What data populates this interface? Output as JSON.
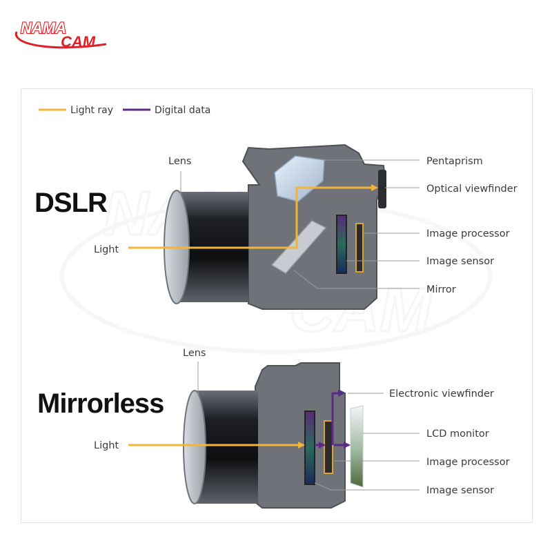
{
  "logo": {
    "text": "NAMACAM",
    "color": "#e01f26"
  },
  "legend": {
    "light_ray": "Light ray",
    "digital_data": "Digital data",
    "light_color": "#f3b43a",
    "digital_color": "#5b2a86"
  },
  "dslr": {
    "title": "DSLR",
    "lens": "Lens",
    "light": "Light",
    "pentaprism": "Pentaprism",
    "optical_viewfinder": "Optical viewfinder",
    "image_processor": "Image processor",
    "image_sensor": "Image sensor",
    "mirror": "Mirror"
  },
  "mirrorless": {
    "title": "Mirrorless",
    "lens": "Lens",
    "light": "Light",
    "electronic_viewfinder": "Electronic viewfinder",
    "lcd_monitor": "LCD monitor",
    "image_processor": "Image processor",
    "image_sensor": "Image sensor"
  }
}
